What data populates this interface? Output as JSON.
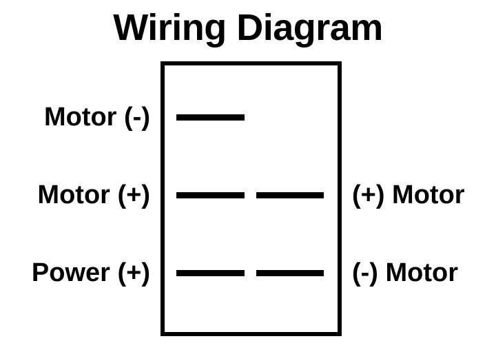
{
  "diagram": {
    "title": "Wiring Diagram",
    "accent_color": "#000000",
    "background_color": "#ffffff",
    "switch_body": {
      "name": "rocker-switch-outline",
      "border_color": "#000000",
      "fill_color": "#ffffff"
    },
    "rows": [
      {
        "id": "row-1",
        "left_label": "Motor (-)",
        "right_label": "",
        "terminals": [
          "left"
        ]
      },
      {
        "id": "row-2",
        "left_label": "Motor (+)",
        "right_label": "(+) Motor",
        "terminals": [
          "left",
          "right"
        ]
      },
      {
        "id": "row-3",
        "left_label": "Power (+)",
        "right_label": "(-) Motor",
        "terminals": [
          "left",
          "right"
        ]
      }
    ]
  }
}
